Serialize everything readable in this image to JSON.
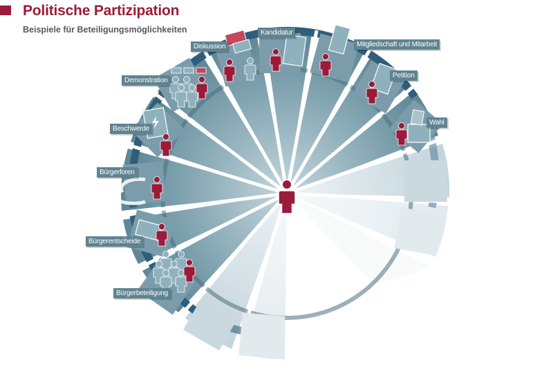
{
  "header": {
    "title": "Politische Partizipation",
    "subtitle": "Beispiele für Beteiligungsmöglichkeiten"
  },
  "center": {
    "icon": "person-icon",
    "color": "#9b1b3a"
  },
  "colors": {
    "accent": "#9b1b3a",
    "wedge_dark": "#6c94a2",
    "wedge_light": "#c9d9df",
    "ring": "#2f5d7c",
    "label_bg": "#5f8390",
    "icon_light": "#8fb1bd"
  },
  "items": [
    {
      "label": "Diskussion",
      "icon": "speech-bubbles-icon"
    },
    {
      "label": "Kandidatur",
      "icon": "checklist-icon"
    },
    {
      "label": "Mitgliedschaft und Mitarbeit",
      "icon": "hand-document-icon"
    },
    {
      "label": "Petition",
      "icon": "petition-document-icon"
    },
    {
      "label": "Wahl",
      "icon": "ballot-box-icon"
    },
    {
      "label": "Demonstration",
      "icon": "crowd-with-signs-icon"
    },
    {
      "label": "Beschwerde",
      "icon": "complaint-document-icon"
    },
    {
      "label": "Bürgerforen",
      "icon": "assembly-icon"
    },
    {
      "label": "Bürgerentscheide",
      "icon": "ballot-papers-icon"
    },
    {
      "label": "Bürgerbeteiligung",
      "icon": "group-icon"
    }
  ]
}
